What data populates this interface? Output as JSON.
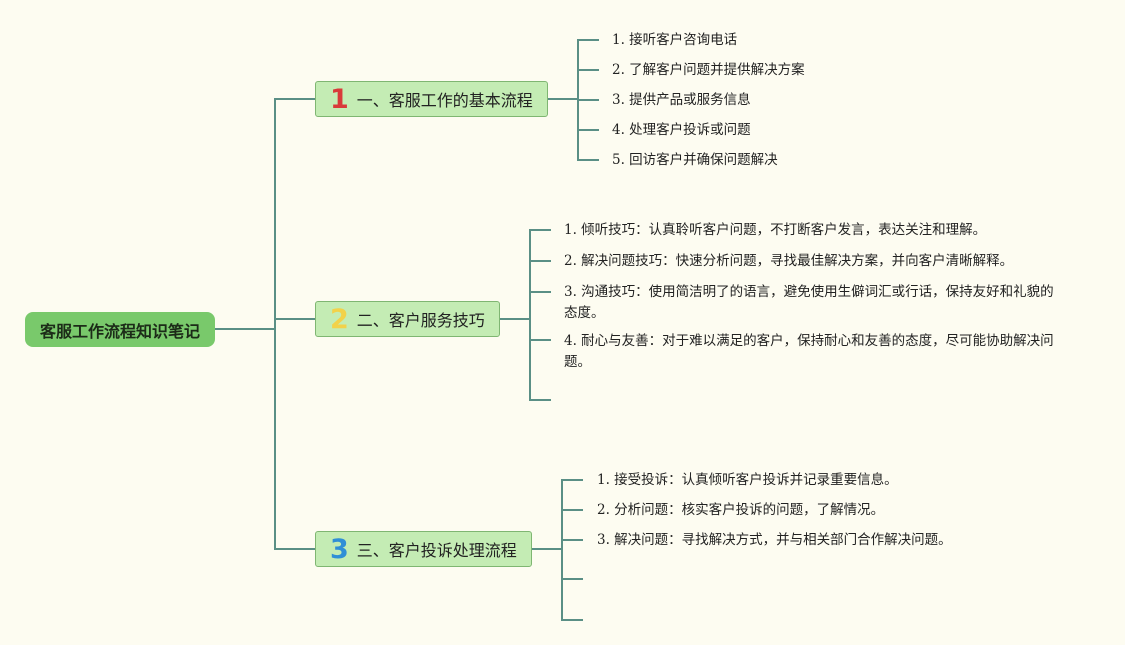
{
  "root": {
    "label": "客服工作流程知识笔记"
  },
  "branches": [
    {
      "number": "1",
      "label": "一、客服工作的基本流程",
      "items": [
        "1. 接听客户咨询电话",
        "2. 了解客户问题并提供解决方案",
        "3. 提供产品或服务信息",
        "4. 处理客户投诉或问题",
        "5. 回访客户并确保问题解决"
      ]
    },
    {
      "number": "2",
      "label": "二、客户服务技巧",
      "items": [
        "1. 倾听技巧：认真聆听客户问题，不打断客户发言，表达关注和理解。",
        "2. 解决问题技巧：快速分析问题，寻找最佳解决方案，并向客户清晰解释。",
        "3. 沟通技巧：使用简洁明了的语言，避免使用生僻词汇或行话，保持友好和礼貌的态度。",
        "4. 耐心与友善：对于难以满足的客户，保持耐心和友善的态度，尽可能协助解决问题。"
      ]
    },
    {
      "number": "3",
      "label": "三、客户投诉处理流程",
      "items": [
        "1. 接受投诉：认真倾听客户投诉并记录重要信息。",
        "2. 分析问题：核实客户投诉的问题，了解情况。",
        "3. 解决问题：寻找解决方式，并与相关部门合作解决问题。"
      ]
    }
  ]
}
